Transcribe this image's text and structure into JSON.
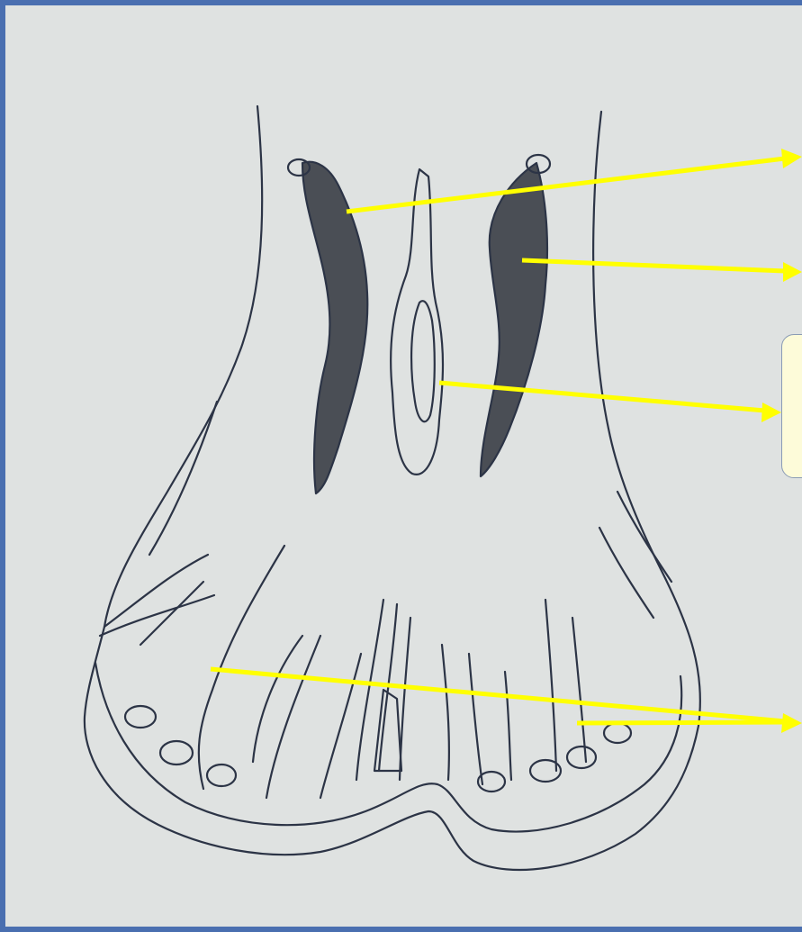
{
  "diagram": {
    "colors": {
      "background": "#dfe2e1",
      "line": "#2c3446",
      "shading": "#4a4e55",
      "arrow": "#ffff00",
      "callout_fill": "#fdfbd9",
      "callout_border": "#8a9bb5",
      "outer_border": "#4a6fb0"
    },
    "callouts": [
      {
        "name": "arrow-left-shaded-region",
        "label": ""
      },
      {
        "name": "arrow-right-shaded-region",
        "label": ""
      },
      {
        "name": "arrow-central-process",
        "label": ""
      },
      {
        "name": "arrow-lower-lines",
        "label": ""
      }
    ]
  }
}
